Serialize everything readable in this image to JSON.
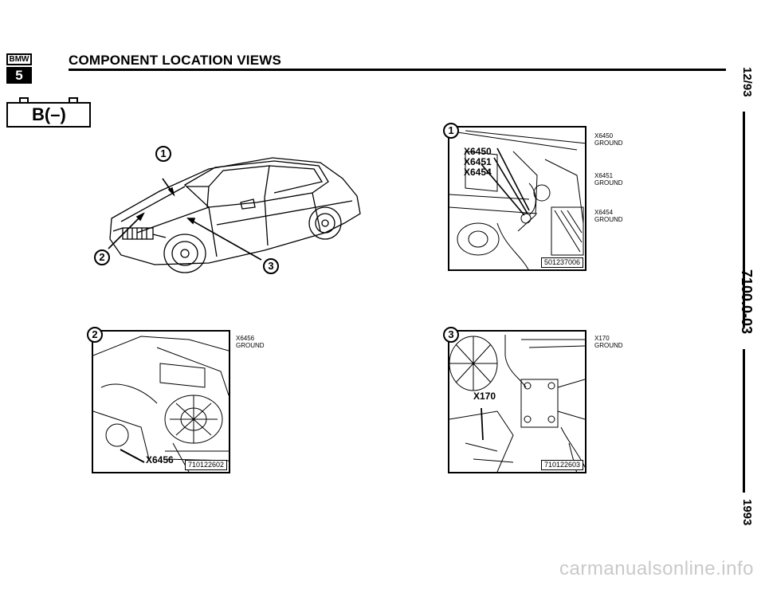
{
  "header": {
    "brand_top": "BMW",
    "brand_series": "5",
    "title": "COMPONENT LOCATION VIEWS",
    "battery_label": "B(–)"
  },
  "margin": {
    "date": "12/93",
    "page": "7100.0-03",
    "year": "1993"
  },
  "overview": {
    "callouts": [
      "1",
      "2",
      "3"
    ]
  },
  "view1": {
    "number": "1",
    "callouts": [
      "X6450",
      "X6451",
      "X6454"
    ],
    "legend": [
      {
        "code": "X6450",
        "desc": "GROUND"
      },
      {
        "code": "X6451",
        "desc": "GROUND"
      },
      {
        "code": "X6454",
        "desc": "GROUND"
      }
    ],
    "figure_id": "501237006"
  },
  "view2": {
    "number": "2",
    "callout": "X6456",
    "legend": [
      {
        "code": "X6456",
        "desc": "GROUND"
      }
    ],
    "figure_id": "710122602"
  },
  "view3": {
    "number": "3",
    "callout": "X170",
    "legend": [
      {
        "code": "X170",
        "desc": "GROUND"
      }
    ],
    "figure_id": "710122603"
  },
  "watermark": "carmanualsonline.info"
}
